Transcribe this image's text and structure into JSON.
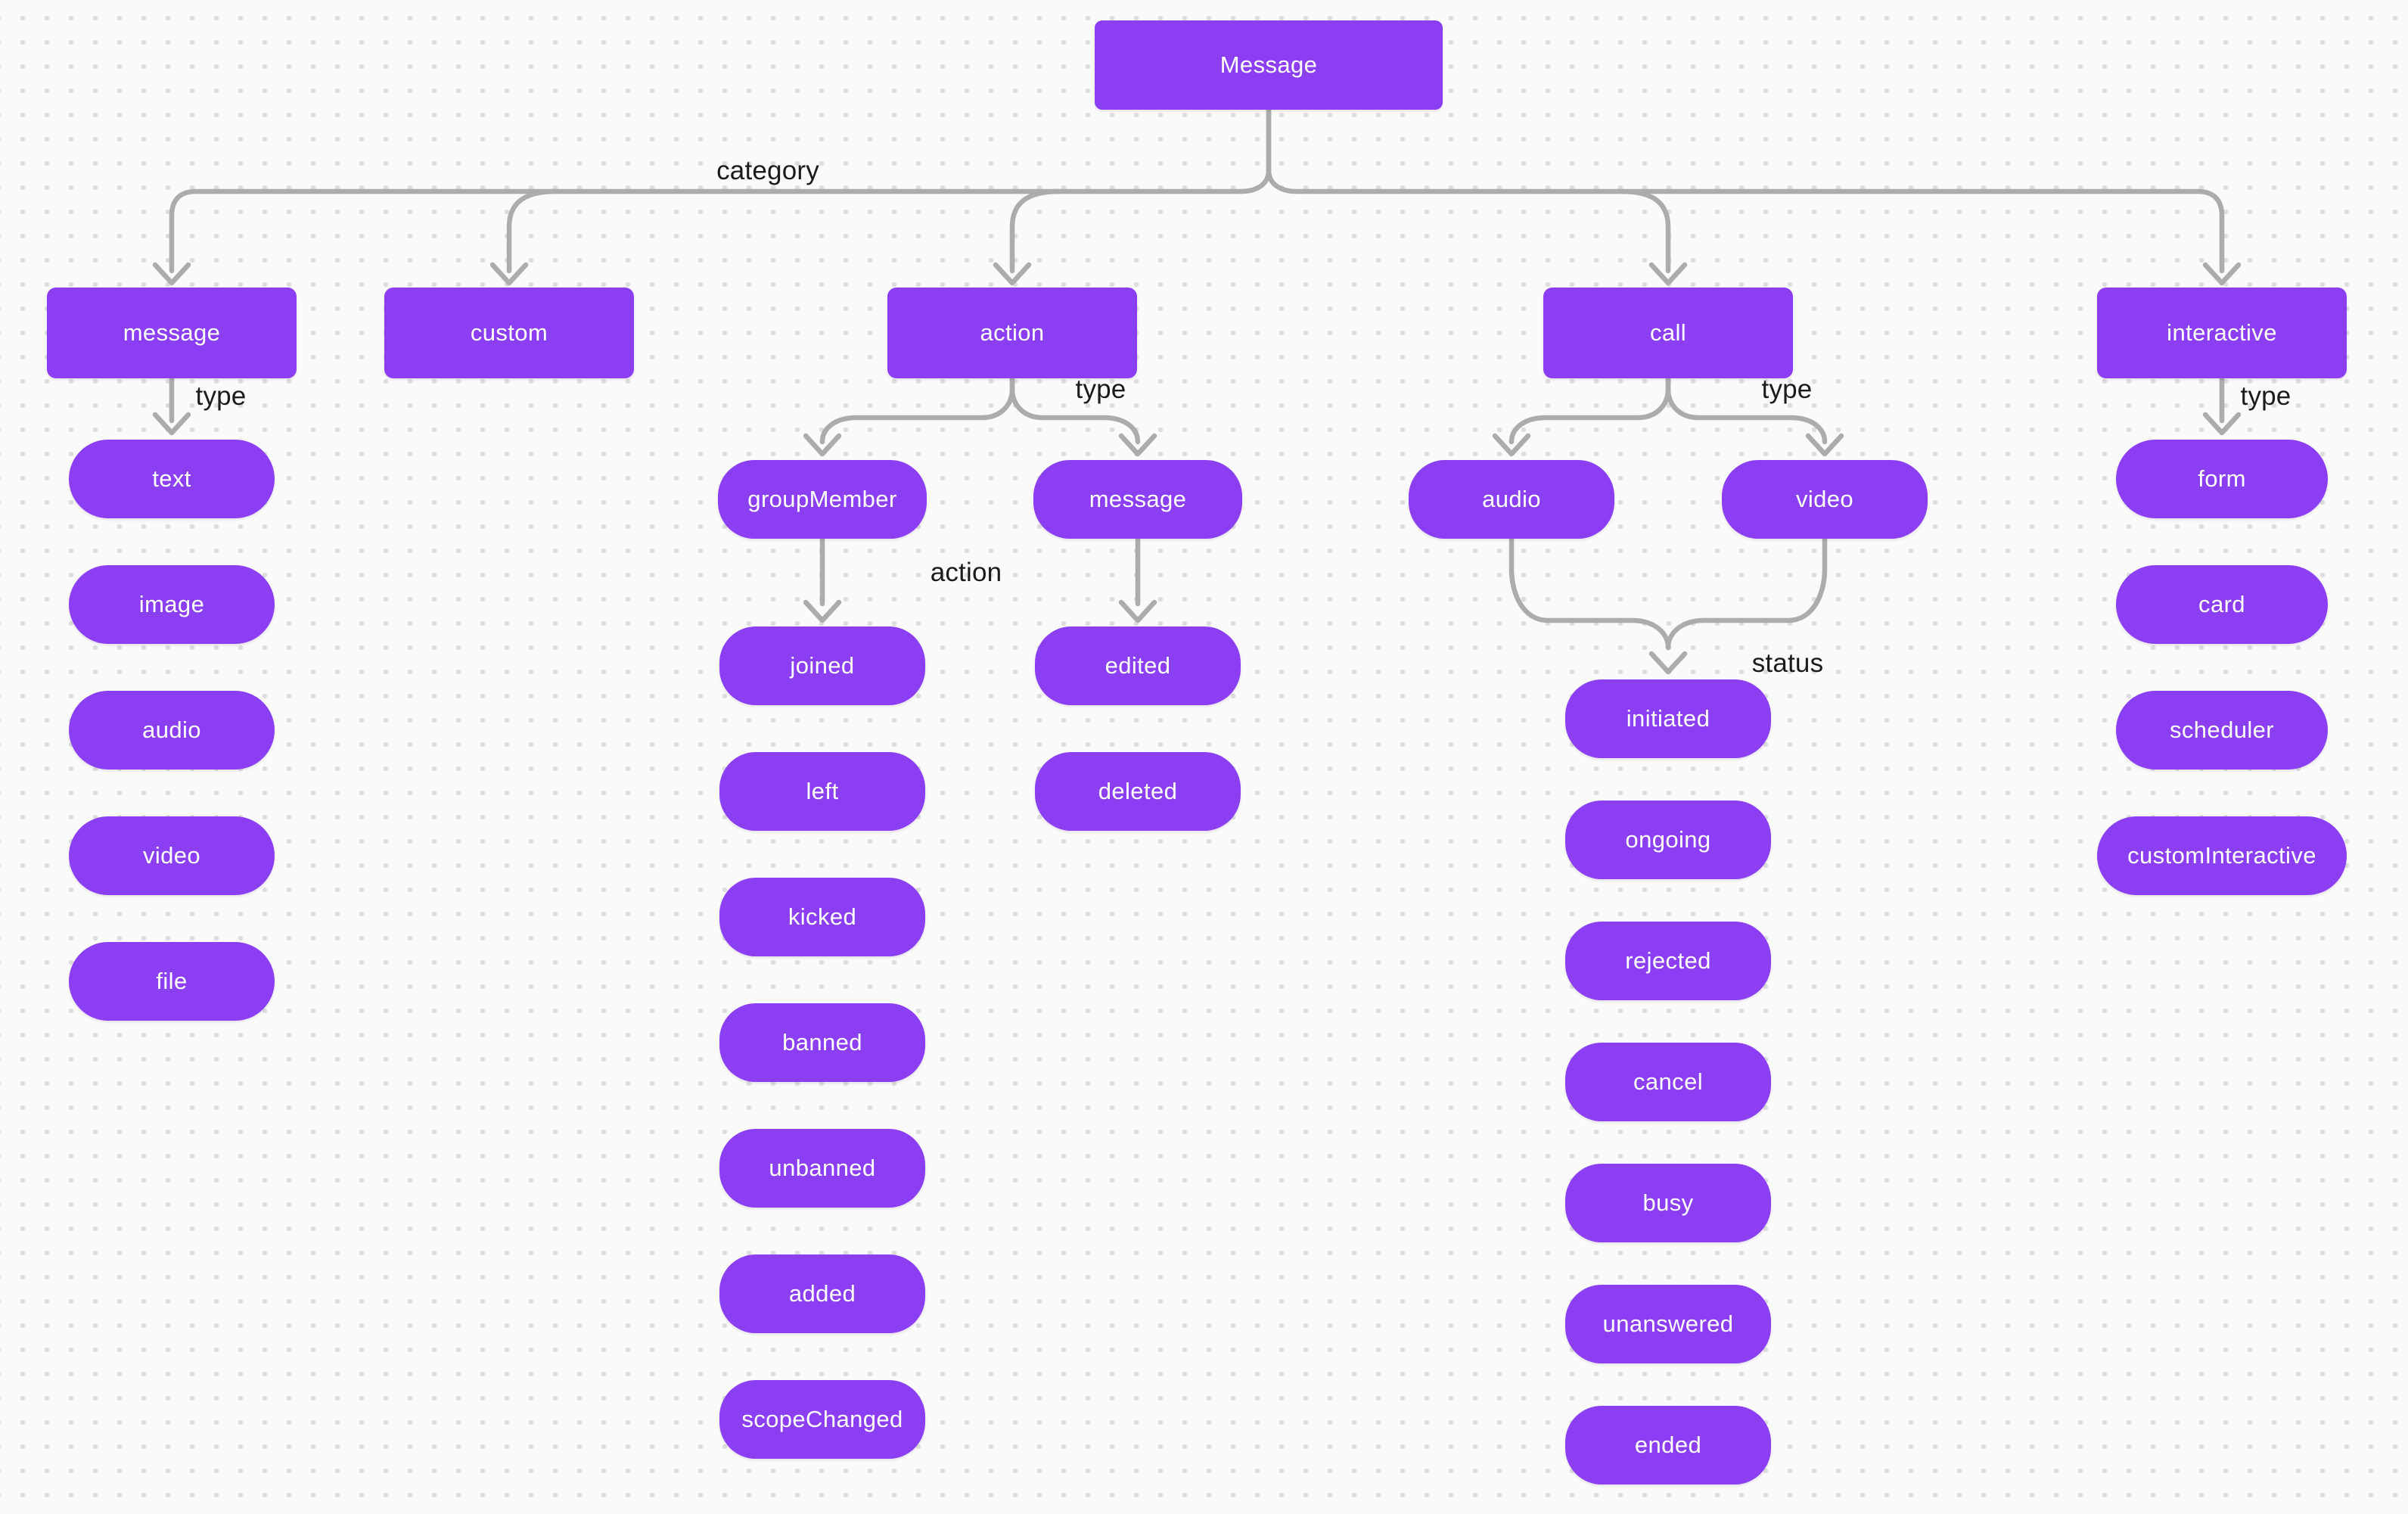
{
  "diagram": {
    "title_node": "Message",
    "edge_labels": {
      "category": "category",
      "type": "type",
      "action": "action",
      "status": "status"
    },
    "categories": [
      {
        "label": "message",
        "type_values": [
          "text",
          "image",
          "audio",
          "video",
          "file"
        ]
      },
      {
        "label": "custom",
        "type_values": []
      },
      {
        "label": "action",
        "type_values": [
          {
            "label": "groupMember",
            "action_values": [
              "joined",
              "left",
              "kicked",
              "banned",
              "unbanned",
              "added",
              "scopeChanged"
            ]
          },
          {
            "label": "message",
            "action_values": [
              "edited",
              "deleted"
            ]
          }
        ]
      },
      {
        "label": "call",
        "type_values": [
          "audio",
          "video"
        ],
        "status_values": [
          "initiated",
          "ongoing",
          "rejected",
          "cancel",
          "busy",
          "unanswered",
          "ended"
        ]
      },
      {
        "label": "interactive",
        "type_values": [
          "form",
          "card",
          "scheduler",
          "customInteractive"
        ]
      }
    ],
    "colors": {
      "node_fill": "#8B3EF2",
      "node_text": "#FFFFFF",
      "connector": "#ACACAC",
      "label_text": "#1B1B1B",
      "background": "#FAFAFA",
      "grid_dot": "#DDDDDD"
    }
  }
}
